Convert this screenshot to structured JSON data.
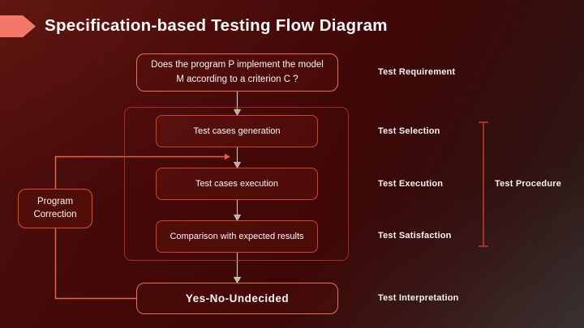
{
  "title": "Specification-based Testing Flow Diagram",
  "flow": {
    "question_box": "Does the program P implement the model M according to a criterion C ?",
    "steps": [
      "Test cases generation",
      "Test cases execution",
      "Comparison with expected results"
    ],
    "result_box": "Yes-No-Undecided",
    "correction_box": "Program Correction"
  },
  "phase_labels": {
    "requirement": "Test Requirement",
    "selection": "Test Selection",
    "execution": "Test Execution",
    "satisfaction": "Test Satisfaction",
    "interpretation": "Test Interpretation",
    "procedure": "Test Procedure"
  },
  "colors": {
    "accent": "#F4786A",
    "bright_border": "#EE6C5B",
    "border": "#CC4533",
    "loop": "#E2664F",
    "bracket": "#C23E2C",
    "connector": "#C9C4C2",
    "text": "#FAF6F5"
  }
}
